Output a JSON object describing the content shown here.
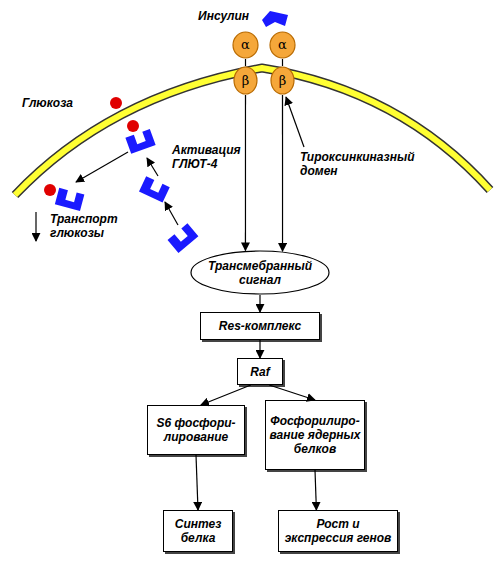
{
  "diagram": {
    "nodes": [
      {
        "text": [
          "α"
        ]
      },
      {
        "text": [
          "α"
        ]
      },
      {
        "text": [
          "β"
        ]
      },
      {
        "text": [
          "β"
        ]
      },
      {
        "text": [
          "Трансмебранный сигнал"
        ]
      },
      {
        "text": [
          "Res-комплекс"
        ]
      },
      {
        "text": [
          "Raf"
        ]
      },
      {
        "text": [
          "S6 фосфори- лирование"
        ]
      },
      {
        "text": [
          "Фосфорилиро- вание ядерных белков"
        ]
      },
      {
        "text": [
          "Синтез белка"
        ]
      },
      {
        "text": [
          "Рост и экспрессия генов"
        ]
      }
    ],
    "edges": [
      {
        "from": 0,
        "to": 2,
        "arrow": "none"
      },
      {
        "from": 1,
        "to": 3,
        "arrow": "none"
      },
      {
        "from": 2,
        "to": 4,
        "arrow": "to"
      },
      {
        "from": 3,
        "to": 4,
        "arrow": "to"
      },
      {
        "from": 4,
        "to": 5,
        "arrow": "to"
      },
      {
        "from": 5,
        "to": 6,
        "arrow": "to"
      },
      {
        "from": 6,
        "to": 7,
        "arrow": "to"
      },
      {
        "from": 6,
        "to": 8,
        "arrow": "to"
      },
      {
        "from": 7,
        "to": 9,
        "arrow": "to"
      },
      {
        "from": 8,
        "to": 10,
        "arrow": "to"
      }
    ],
    "labels": [
      "Инсулин",
      "Глюкоза",
      "Активация ГЛЮТ-4",
      "Транспорт глюкозы",
      "Тироксинкиназный домен"
    ]
  }
}
